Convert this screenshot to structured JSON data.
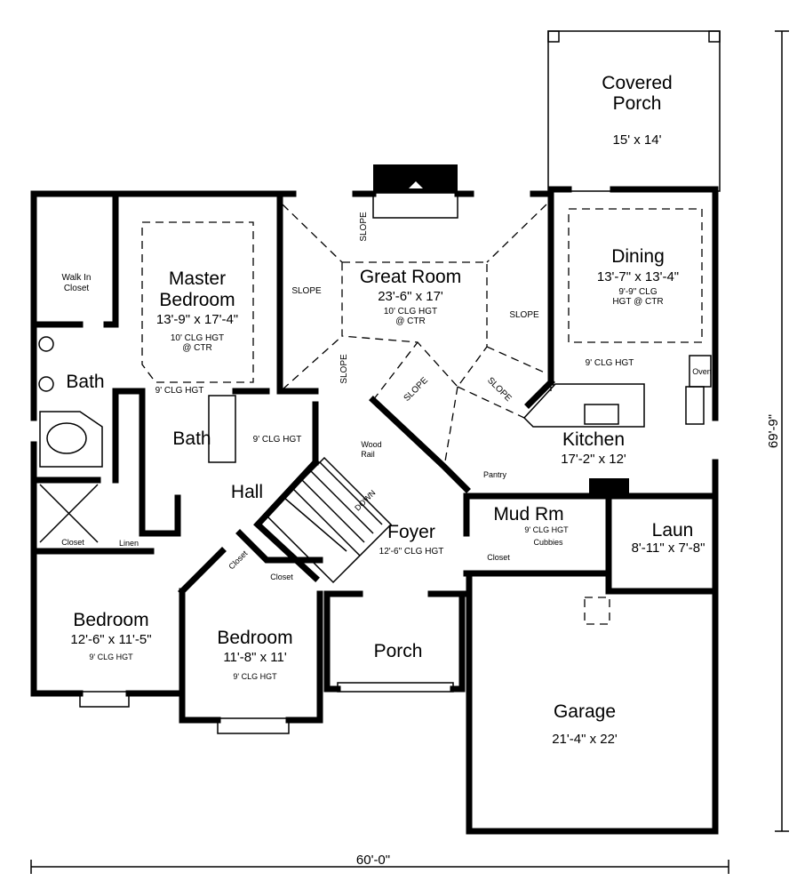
{
  "rooms": {
    "covered_porch": {
      "name1": "Covered",
      "name2": "Porch",
      "size": "15' x 14'"
    },
    "great_room": {
      "name": "Great Room",
      "size": "23'-6\" x 17'",
      "ceiling1": "10' CLG HGT",
      "ceiling2": "@ CTR"
    },
    "dining": {
      "name": "Dining",
      "size": "13'-7\" x 13'-4\"",
      "ceiling1": "9'-9\" CLG",
      "ceiling2": "HGT @ CTR"
    },
    "master_bedroom": {
      "name1": "Master",
      "name2": "Bedroom",
      "size": "13'-9\" x 17'-4\"",
      "ceiling1": "10' CLG HGT",
      "ceiling2": "@ CTR",
      "ceiling_outer": "9' CLG HGT"
    },
    "walk_in_closet": {
      "name1": "Walk In",
      "name2": "Closet"
    },
    "master_bath": {
      "name": "Bath"
    },
    "hall_bath": {
      "name": "Bath"
    },
    "hall": {
      "name": "Hall",
      "ceiling": "9' CLG HGT"
    },
    "kitchen": {
      "name": "Kitchen",
      "size": "17'-2\" x 12'",
      "ceiling": "9' CLG HGT",
      "oven": "Oven",
      "pantry": "Pantry"
    },
    "foyer": {
      "name": "Foyer",
      "ceiling": "12'-6\" CLG HGT",
      "wood_rail1": "Wood",
      "wood_rail2": "Rail",
      "stair": "DOWN"
    },
    "mud_room": {
      "name": "Mud Rm",
      "ceiling": "9' CLG HGT",
      "cubbies": "Cubbies",
      "closet": "Closet"
    },
    "laundry": {
      "name": "Laun",
      "size": "8'-11\" x 7'-8\""
    },
    "bedroom_left": {
      "name": "Bedroom",
      "size": "12'-6\" x 11'-5\"",
      "ceiling": "9' CLG HGT",
      "closet": "Closet",
      "linen": "Linen"
    },
    "bedroom_center": {
      "name": "Bedroom",
      "size": "11'-8\" x 11'",
      "ceiling": "9' CLG HGT",
      "closet1": "Closet",
      "closet2": "Closet"
    },
    "porch": {
      "name": "Porch"
    },
    "garage": {
      "name": "Garage",
      "size": "21'-4\" x 22'"
    }
  },
  "slope_label": "SLOPE",
  "dimensions": {
    "width": "60'-0\"",
    "depth": "69'-9\""
  }
}
